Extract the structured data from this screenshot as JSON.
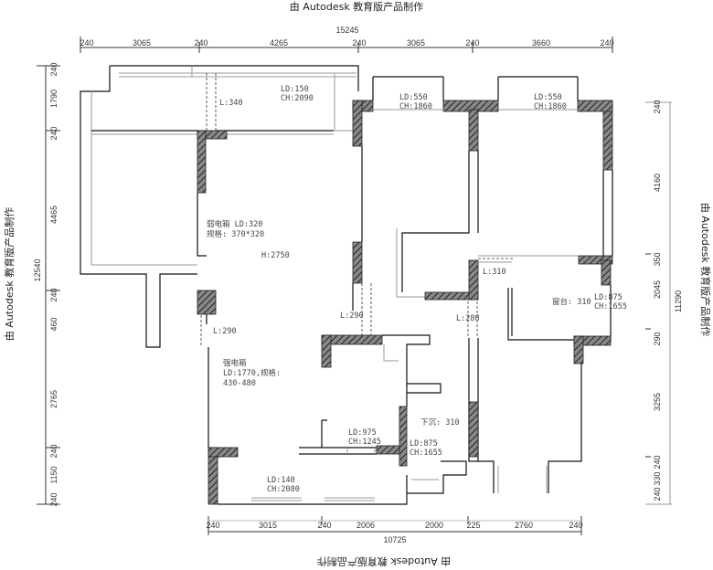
{
  "watermark": "由 Autodesk 教育版产品制作",
  "dimensions": {
    "top": {
      "total": "15245",
      "segments": [
        "240",
        "3065",
        "240",
        "4265",
        "240",
        "3065",
        "240",
        "3660",
        "240"
      ]
    },
    "bottom": {
      "total": "10725",
      "segments": [
        "240",
        "3015",
        "240",
        "2006",
        "2000",
        "225",
        "2760",
        "240"
      ]
    },
    "left": {
      "total": "12540",
      "segments": [
        "240",
        "1790",
        "240",
        "4465",
        "240",
        "460",
        "2765",
        "240",
        "1150",
        "240"
      ]
    },
    "right": {
      "total": "11290",
      "segments": [
        "240",
        "4160",
        "350",
        "2045",
        "290",
        "3255",
        "240",
        "330",
        "240"
      ]
    }
  },
  "labels": {
    "balcony_l": "L:340",
    "balcony_ld": "LD:150",
    "balcony_ch": "CH:2090",
    "win1_ld": "LD:550",
    "win1_ch": "CH:1860",
    "win2_ld": "LD:550",
    "win2_ch": "CH:1860",
    "meter_1": "弱电箱 LD:320",
    "meter_2": "规格: 370*320",
    "height": "H:2750",
    "door_l310": "L:310",
    "sill_right": "窗台: 310",
    "win3_ld": "LD:875",
    "win3_ch": "CH:1655",
    "door_l290a": "L:290",
    "door_l280": "L:280",
    "door_l290b": "L:290",
    "elec_1": "强电箱",
    "elec_2": "LD:1770,规格:",
    "elec_3": "430-480",
    "win4_ld": "LD:975",
    "win4_ch": "CH:1245",
    "sill_mid": "下沉: 310",
    "win5_ld": "LD:875",
    "win5_ch": "CH:1655",
    "win6_ld": "LD:140",
    "win6_ch": "CH:2080"
  }
}
